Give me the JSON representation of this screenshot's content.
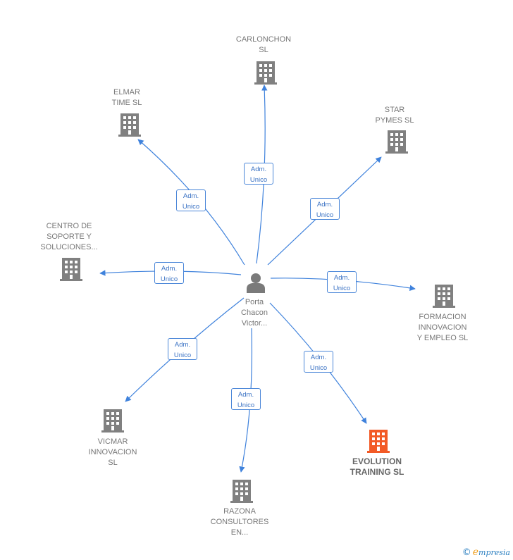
{
  "colors": {
    "edge": "#3f82dc",
    "building": "#808080",
    "building_highlight": "#f25a26",
    "person": "#7a7a7a"
  },
  "center": {
    "icon": "person-icon",
    "label": [
      "Porta",
      "Chacon",
      "Victor..."
    ]
  },
  "companies": [
    {
      "id": "carlonchon",
      "label": [
        "CARLONCHON",
        "SL"
      ],
      "icon": "building-icon",
      "highlight": false
    },
    {
      "id": "elmar",
      "label": [
        "ELMAR",
        "TIME SL"
      ],
      "icon": "building-icon",
      "highlight": false
    },
    {
      "id": "star",
      "label": [
        "STAR",
        "PYMES  SL"
      ],
      "icon": "building-icon",
      "highlight": false
    },
    {
      "id": "centro",
      "label": [
        "CENTRO DE",
        "SOPORTE Y",
        "SOLUCIONES..."
      ],
      "icon": "building-icon",
      "highlight": false
    },
    {
      "id": "formacion",
      "label": [
        "FORMACION",
        "INNOVACION",
        "Y EMPLEO  SL"
      ],
      "icon": "building-icon",
      "highlight": false
    },
    {
      "id": "vicmar",
      "label": [
        "VICMAR",
        "INNOVACION",
        "SL"
      ],
      "icon": "building-icon",
      "highlight": false
    },
    {
      "id": "razona",
      "label": [
        "RAZONA",
        "CONSULTORES",
        "EN..."
      ],
      "icon": "building-icon",
      "highlight": false
    },
    {
      "id": "evolution",
      "label": [
        "EVOLUTION",
        "TRAINING  SL"
      ],
      "icon": "building-icon",
      "highlight": true
    }
  ],
  "edge_label": [
    "Adm.",
    "Unico"
  ],
  "copyright": {
    "symbol": "©",
    "brand_first": "e",
    "brand_rest": "mpresia"
  }
}
